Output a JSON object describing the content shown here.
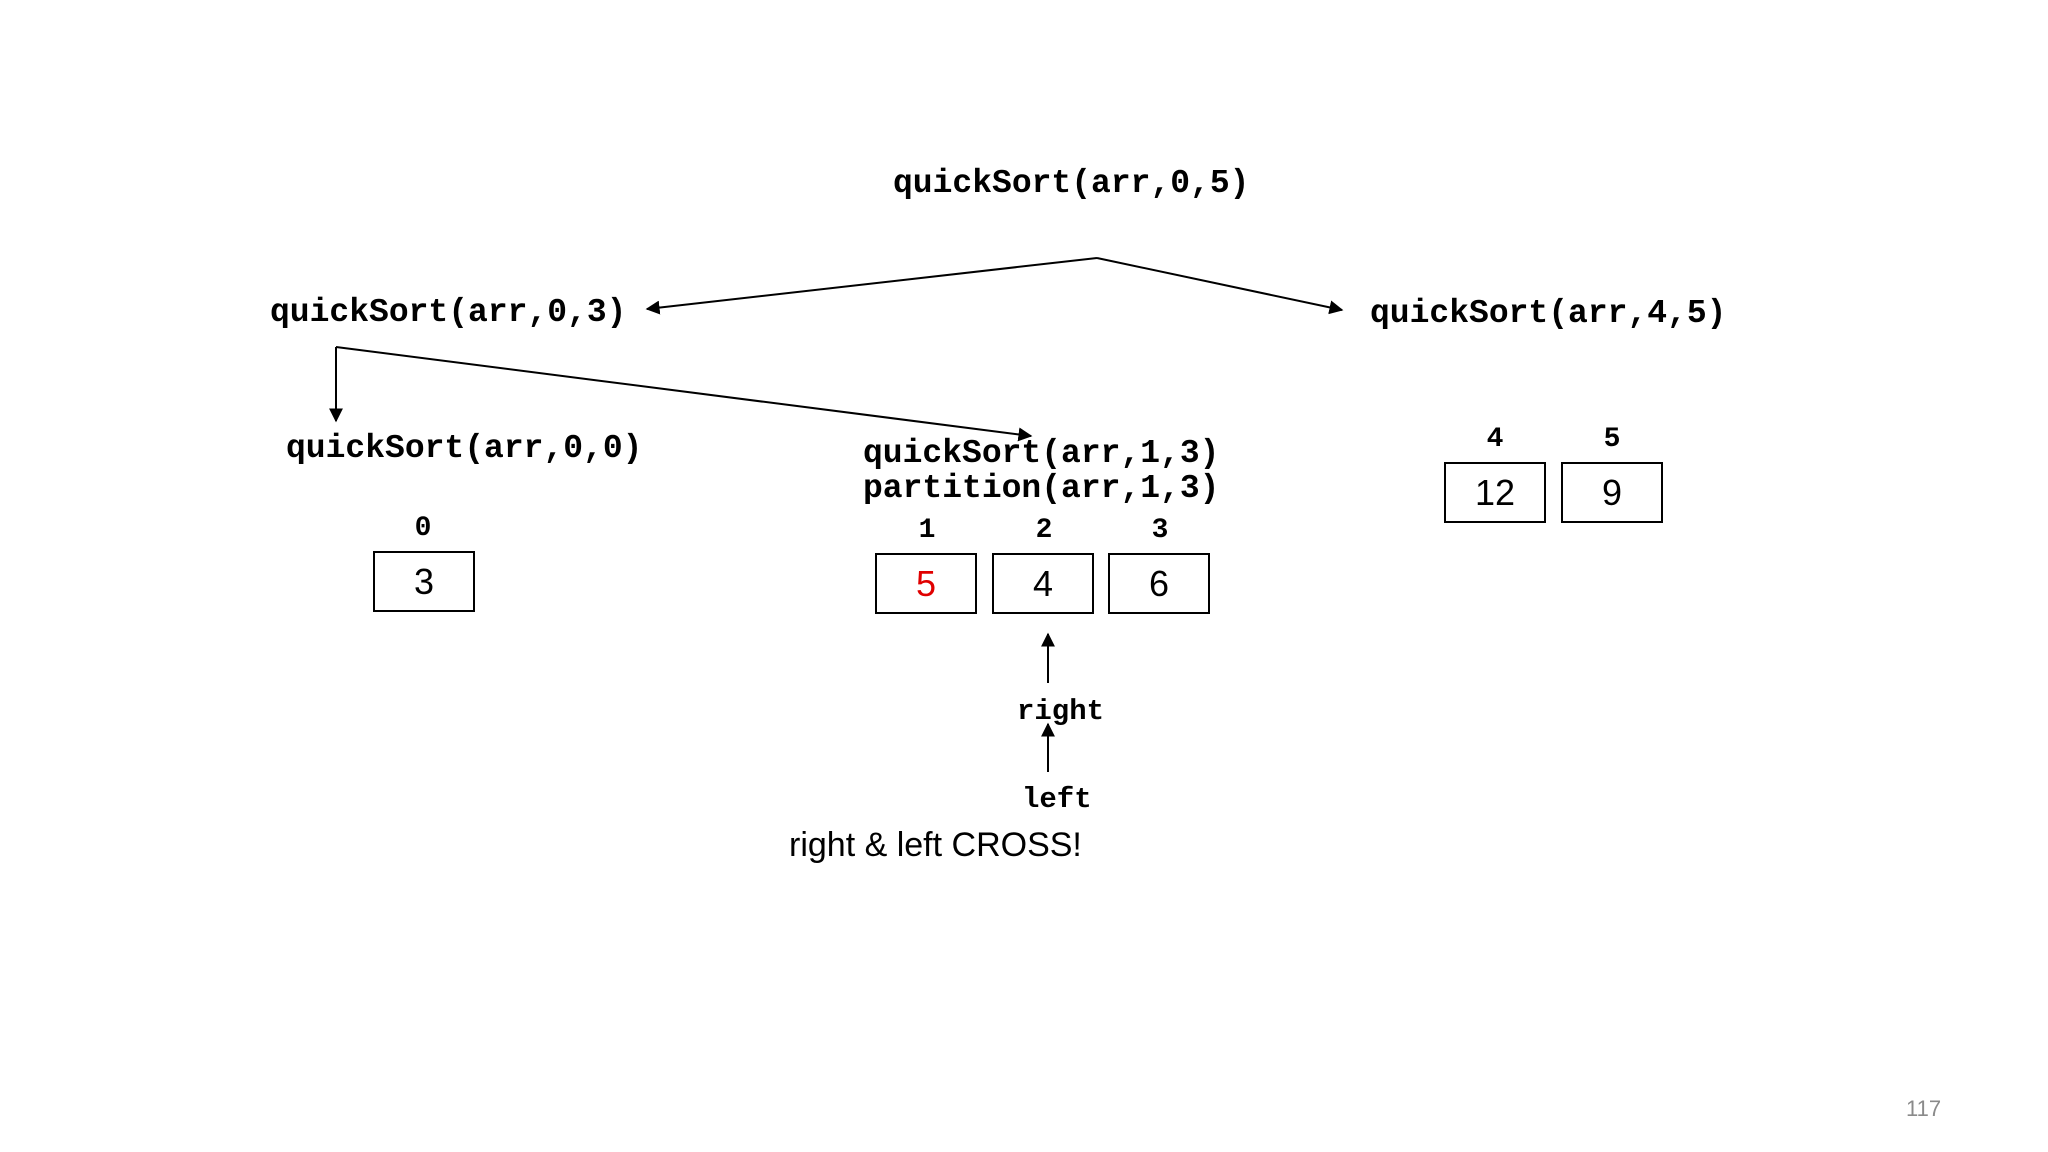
{
  "calls": {
    "root": "quickSort(arr,0,5)",
    "left": "quickSort(arr,0,3)",
    "right": "quickSort(arr,4,5)",
    "left_left": "quickSort(arr,0,0)",
    "left_right": "quickSort(arr,1,3)",
    "left_right_partition": "partition(arr,1,3)"
  },
  "arrays": {
    "single": {
      "indices": [
        "0"
      ],
      "values": [
        "3"
      ]
    },
    "partition": {
      "indices": [
        "1",
        "2",
        "3"
      ],
      "values": [
        "5",
        "4",
        "6"
      ],
      "highlight_color": "#e00000"
    },
    "right": {
      "indices": [
        "4",
        "5"
      ],
      "values": [
        "12",
        "9"
      ]
    }
  },
  "pointers": {
    "right": "right",
    "left": "left"
  },
  "caption": "right & left CROSS!",
  "slide_number": "117"
}
